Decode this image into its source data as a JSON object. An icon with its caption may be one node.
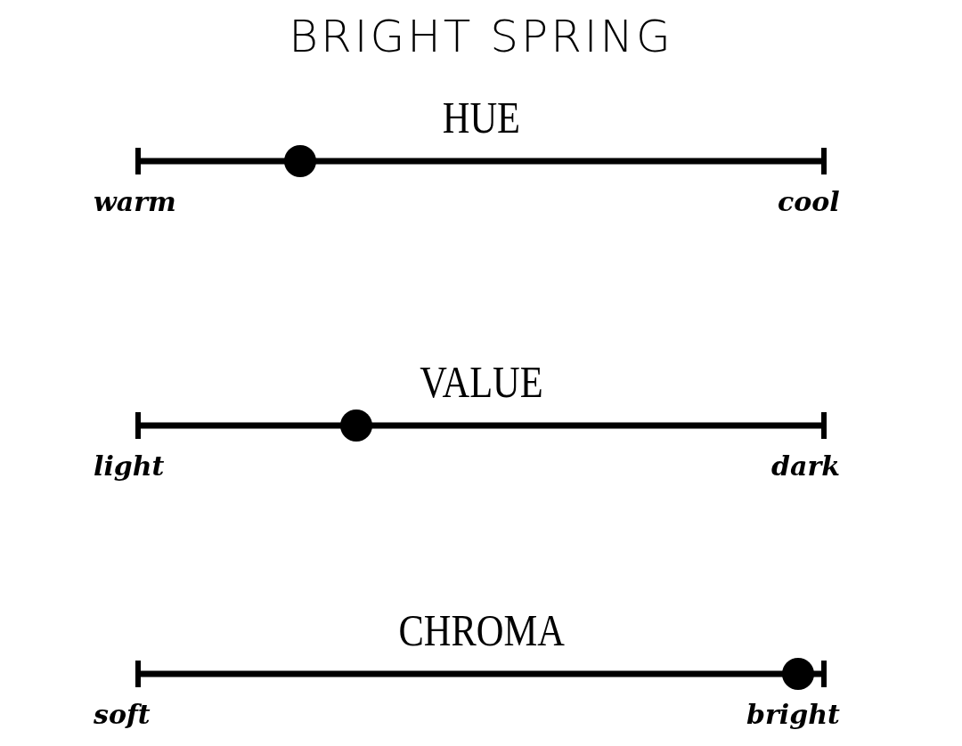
{
  "diagram": {
    "title": "BRIGHT SPRING",
    "labels": [
      "HUE",
      "warm",
      "cool",
      "VALUE",
      "light",
      "dark",
      "CHROMA",
      "soft",
      "bright"
    ]
  }
}
